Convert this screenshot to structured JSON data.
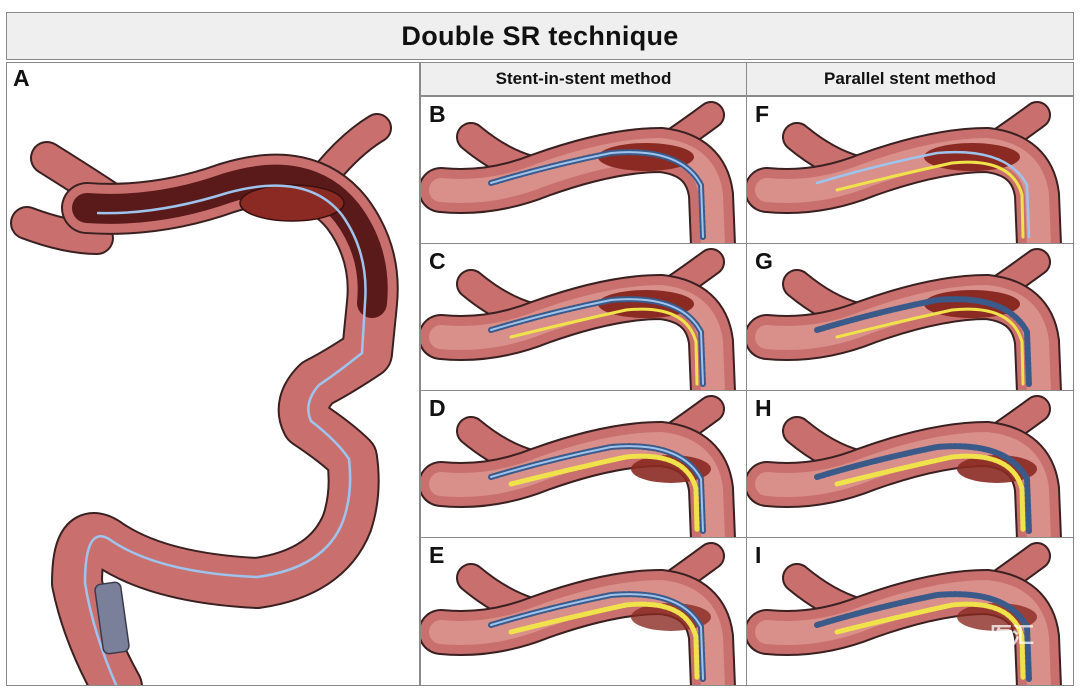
{
  "figure": {
    "title": "Double SR technique",
    "columns": [
      {
        "heading": "Stent-in-stent method"
      },
      {
        "heading": "Parallel stent method"
      }
    ],
    "panels": {
      "A": "A",
      "B": "B",
      "C": "C",
      "D": "D",
      "E": "E",
      "F": "F",
      "G": "G",
      "H": "H",
      "I": "I"
    },
    "watermark": "医汇"
  },
  "colors": {
    "vessel_wall": "#c9706f",
    "vessel_outline": "#3a2020",
    "vessel_lumen": "#d98f8a",
    "vessel_dark_lumen": "#5a1a1a",
    "clot": "#8a2a22",
    "guidewire_blue": "#9ec4ee",
    "stent_blue": "#3a5a8a",
    "stent_yellow": "#f0e24a",
    "header_bg": "#efefef",
    "border": "#8a8a8a"
  }
}
